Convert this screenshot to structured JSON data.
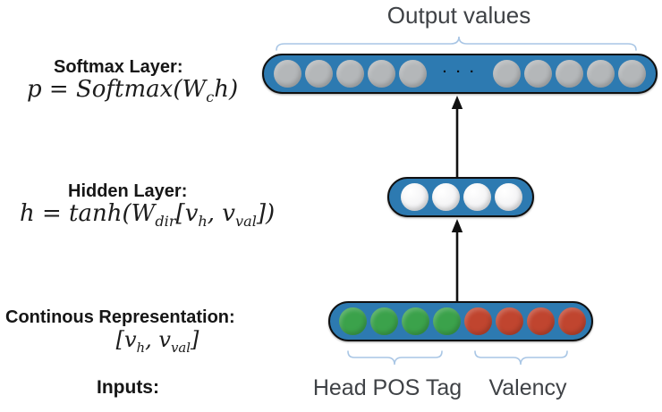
{
  "title_labels": {
    "output_values": "Output values",
    "inputs": "Inputs:",
    "head_pos_tag": "Head POS Tag",
    "valency": "Valency"
  },
  "softmax_layer": {
    "title": "Softmax Layer:",
    "formula": {
      "f1": "p = Softmax(W",
      "sub1": "c",
      "f2": "h)"
    },
    "ellipsis": "· · ·",
    "left_nodes": [
      "gray",
      "gray",
      "gray",
      "gray",
      "gray"
    ],
    "right_nodes": [
      "gray",
      "gray",
      "gray",
      "gray",
      "gray"
    ]
  },
  "hidden_layer": {
    "title": "Hidden Layer:",
    "formula": {
      "f1": "h = tanh(W",
      "sub1": "dir",
      "f2": "[v",
      "sub2": "h",
      "f3": ", v",
      "sub3": "val",
      "f4": "])"
    },
    "nodes": [
      "white",
      "white",
      "white",
      "white"
    ]
  },
  "representation_layer": {
    "title": "Continous Representation:",
    "formula": {
      "f1": "[v",
      "sub1": "h",
      "f2": ", v",
      "sub2": "val",
      "f3": "]"
    },
    "nodes": [
      "green",
      "green",
      "green",
      "green",
      "red",
      "red",
      "red",
      "red"
    ]
  },
  "colors": {
    "pill_blue": "#2d7ab1",
    "pill_border": "#101010",
    "gray": "#b4b7b9",
    "white": "#f0f0f2",
    "green": "#3ba24b",
    "red": "#c0452f",
    "brace_blue": "#a9c6e5",
    "arrow_black": "#111111",
    "label_gray": "#3f4246"
  }
}
